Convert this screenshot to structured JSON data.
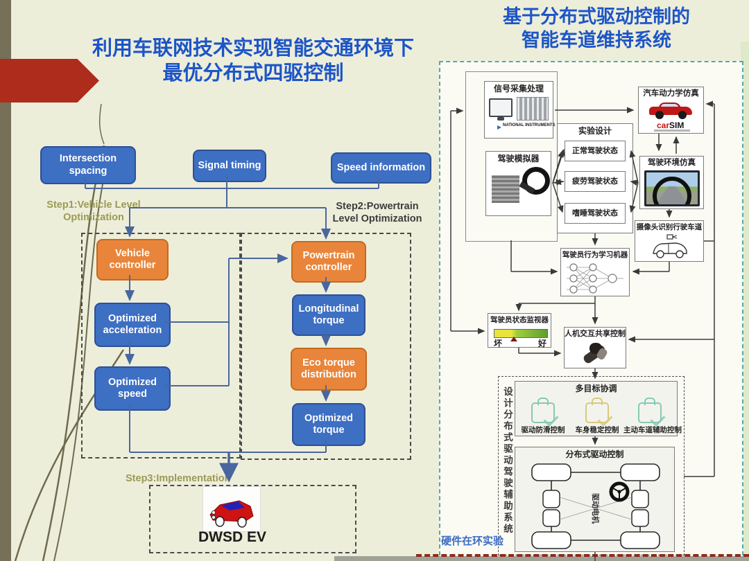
{
  "left": {
    "title_lines": [
      "利用车联网技术实现智能交通环境下",
      "最优分布式四驱控制"
    ],
    "inputs": [
      "Intersection spacing",
      "Signal timing",
      "Speed information"
    ],
    "steps": [
      "Step1:Vehicle Level Optimization",
      "Step2:Powertrain Level Optimization",
      "Step3:Implementation"
    ],
    "vehicle_chain": [
      "Vehicle controller",
      "Optimized acceleration",
      "Optimized speed"
    ],
    "powertrain_chain": [
      "Powertrain controller",
      "Longitudinal torque",
      "Eco torque distribution",
      "Optimized torque"
    ],
    "implementation_label": "DWSD EV"
  },
  "right": {
    "title_lines": [
      "基于分布式驱动控制的",
      "智能车道维持系统"
    ],
    "signal_box": "信号采集处理",
    "ni_logo": "NATIONAL INSTRUMENTS",
    "simulator_box": "驾驶模拟器",
    "experiment_box": "实验设计",
    "states": [
      "正常驾驶状态",
      "疲劳驾驶状态",
      "嗜睡驾驶状态"
    ],
    "dynamics_box": "汽车动力学仿真",
    "carsim_part1": "car",
    "carsim_part2": "SIM",
    "env_box": "驾驶环境仿真",
    "camera_box": "摄像头识别行驶车道",
    "nn_box": "驾驶员行为学习机器",
    "monitor_box": "驾驶员状态监视器",
    "monitor_bad": "坏",
    "monitor_good": "好",
    "hmi_box": "人机交互共享控制",
    "coord_box": "多目标协调",
    "coord_items": [
      "驱动防滑控制",
      "车身稳定控制",
      "主动车道辅助控制"
    ],
    "dist_box": "分布式驱动控制",
    "motor_label": "驱动电机",
    "design_label": "设计分布式驱动驾驶辅助系统",
    "hil_label": "硬件在环实验"
  },
  "colors": {
    "title_blue": "#1d55c8",
    "box_blue": "#3d6fc3",
    "box_orange": "#e9853a",
    "olive_step": "#9b9a55",
    "red_arrow": "#ad2c1c",
    "teal_border": "#55aaa2",
    "carsim_red": "#c41414",
    "monitor_bar_yellow": "#e9e43c",
    "monitor_bar_green": "#5f9e2f"
  }
}
